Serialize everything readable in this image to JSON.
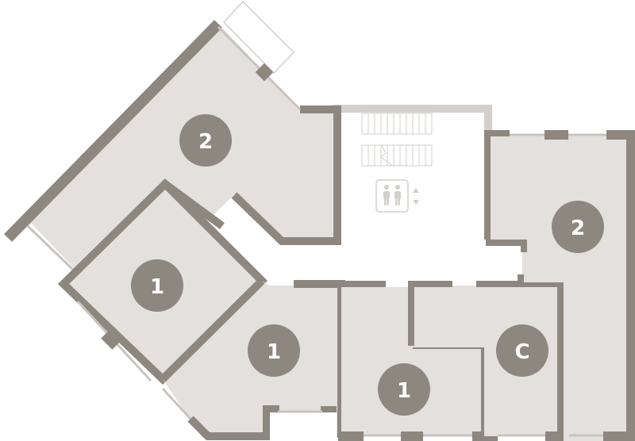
{
  "plan": {
    "colors": {
      "wall": "#8e8780",
      "floor": "#e3e0de",
      "core_wall": "#d3cfcb",
      "badge": "#8e8780",
      "badge_text": "#ffffff",
      "window": "#c9c4bf"
    },
    "apartments": [
      {
        "id": "apt-top-left",
        "rooms": "2"
      },
      {
        "id": "apt-mid-left",
        "rooms": "1"
      },
      {
        "id": "apt-lower-left",
        "rooms": "1"
      },
      {
        "id": "apt-bottom-center",
        "rooms": "1"
      },
      {
        "id": "apt-studio",
        "rooms": "C"
      },
      {
        "id": "apt-right",
        "rooms": "2"
      }
    ],
    "core": {
      "stairs": "stairs-icon",
      "elevator": "elevator-icon",
      "elevator_arrows": "up-down-arrows-icon"
    }
  }
}
